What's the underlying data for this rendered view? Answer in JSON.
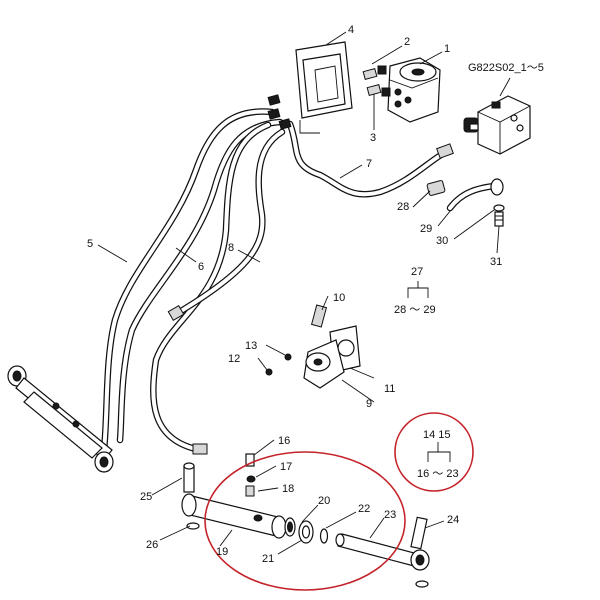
{
  "title": "G822S02_1～5",
  "callouts": {
    "c1": "1",
    "c2": "2",
    "c3": "3",
    "c4": "4",
    "c5": "5",
    "c6": "6",
    "c7": "7",
    "c8": "8",
    "c9": "9",
    "c10": "10",
    "c11": "11",
    "c12": "12",
    "c13": "13",
    "c16": "16",
    "c17": "17",
    "c18": "18",
    "c19": "19",
    "c20": "20",
    "c21": "21",
    "c22": "22",
    "c23": "23",
    "c24": "24",
    "c25": "25",
    "c26": "26",
    "c27": "27",
    "c28": "28",
    "c29": "29",
    "c30": "30",
    "c31": "31"
  },
  "groups": {
    "g27": {
      "parent": "27",
      "children": "28 ～ 29"
    },
    "g14": {
      "parent": "14 15",
      "children": "16 ～ 23"
    }
  },
  "highlight_color": "#c4232a"
}
